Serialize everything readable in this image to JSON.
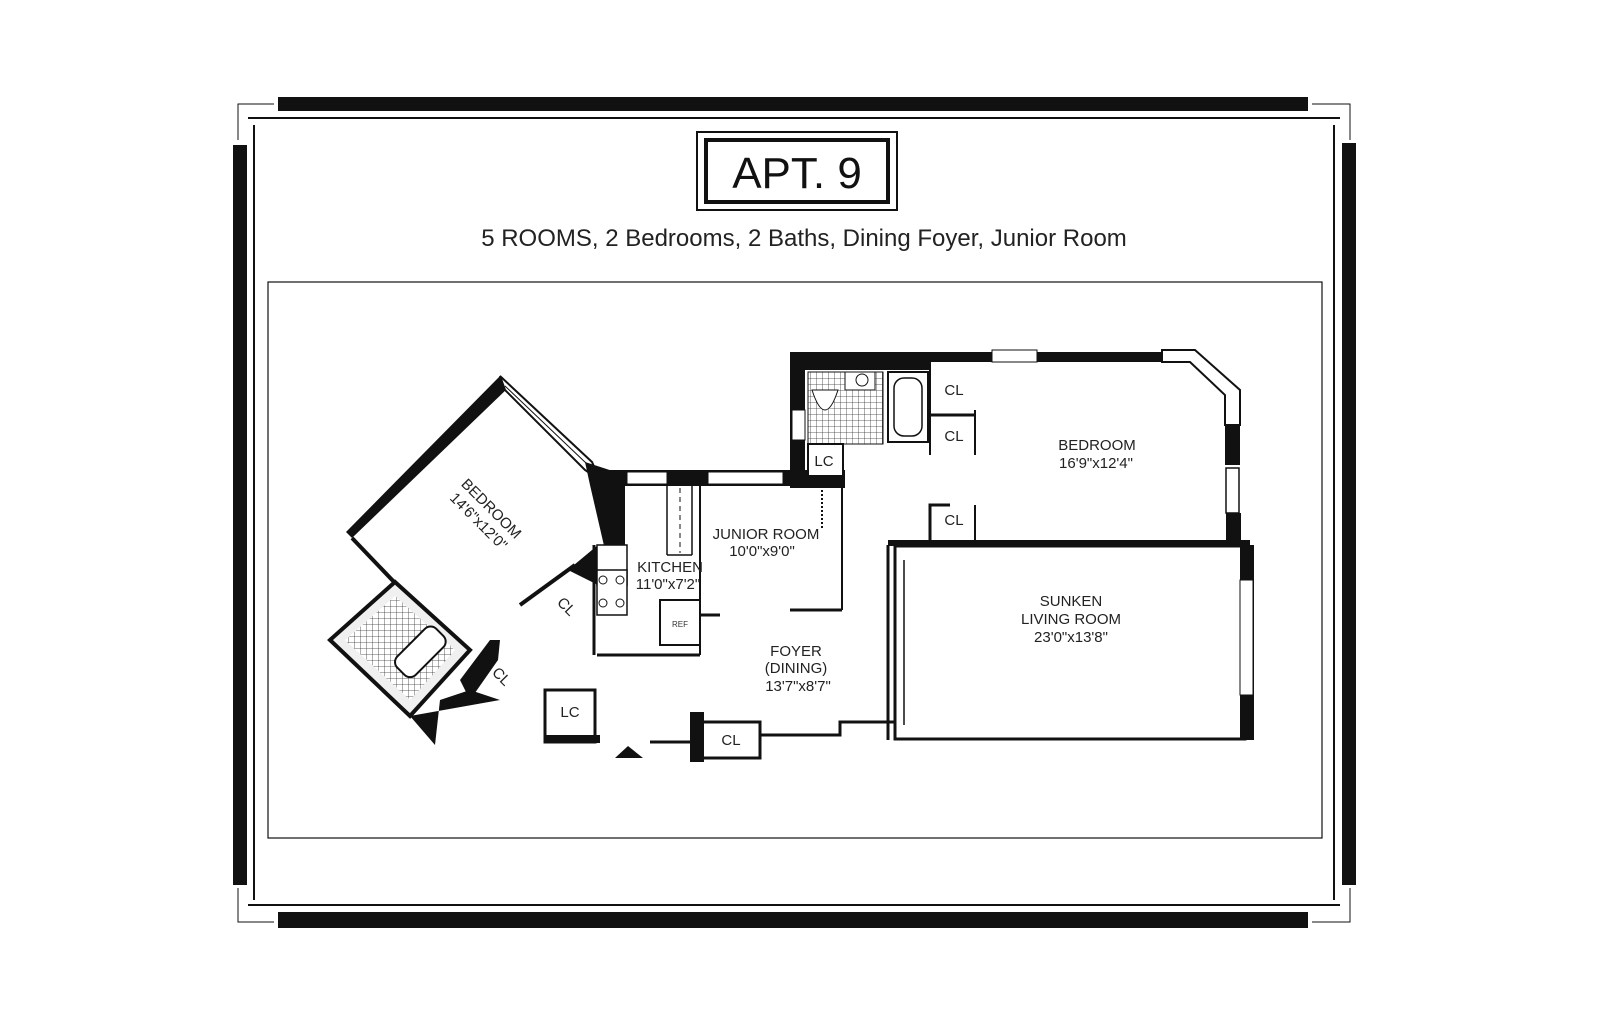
{
  "title": "APT. 9",
  "subtitle": "5 ROOMS, 2 Bedrooms, 2 Baths, Dining Foyer, Junior Room",
  "rooms": {
    "bedroom_left": {
      "name": "BEDROOM",
      "size": "14'6\"x12'0\""
    },
    "kitchen": {
      "name": "KITCHEN",
      "size": "11'0\"x7'2\""
    },
    "junior_room": {
      "name": "JUNIOR ROOM",
      "size": "10'0\"x9'0\""
    },
    "foyer": {
      "name": "FOYER",
      "sub": "(DINING)",
      "size": "13'7\"x8'7\""
    },
    "bedroom_right": {
      "name": "BEDROOM",
      "size": "16'9\"x12'4\""
    },
    "living_room": {
      "name": "SUNKEN",
      "name2": "LIVING ROOM",
      "size": "23'0\"x13'8\""
    }
  },
  "closets": {
    "cl_left_bedroom": "CL",
    "cl_left_bath": "CL",
    "lc_foyer": "LC",
    "cl_entry": "CL",
    "lc_bath": "LC",
    "cl_top1": "CL",
    "cl_top2": "CL",
    "cl_bottom": "CL"
  },
  "appliances": {
    "ref": "REF"
  }
}
